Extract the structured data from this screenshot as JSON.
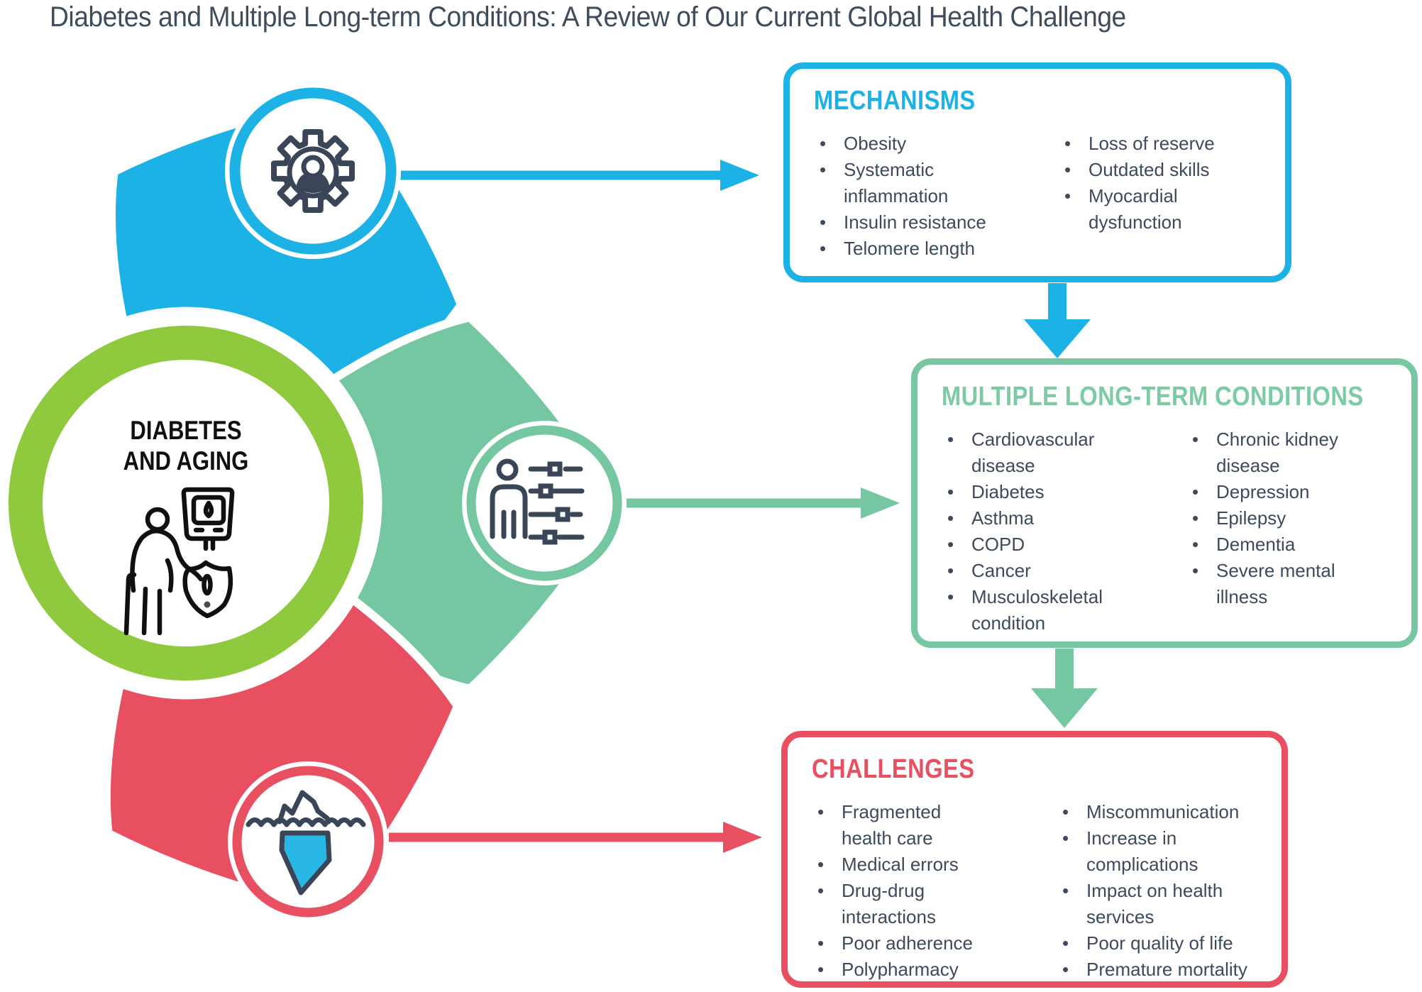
{
  "title": "Diabetes and Multiple Long-term Conditions: A Review of Our Current Global Health Challenge",
  "bullet_char": "•",
  "hub": {
    "label": "DIABETES\nAND AGING",
    "icon": "elderly-person-glucometer-shield-icon",
    "ring_color": "#8FC93E"
  },
  "colors": {
    "cyan": "#1CB2E5",
    "teal": "#74C7A1",
    "red": "#E85062",
    "lime": "#8FC93E",
    "navy_icon": "#3A4657",
    "body_text": "#3E4A5B",
    "title_text": "#3F4C5C"
  },
  "boxes": [
    {
      "id": "mechanisms",
      "title": "MECHANISMS",
      "accent": "#1CB2E5",
      "icon": "gear-person-icon",
      "items_col1": [
        "Obesity",
        "Systematic\ninflammation",
        "Insulin resistance",
        "Telomere length"
      ],
      "items_col2": [
        "Loss of reserve",
        "Outdated skills",
        "Myocardial\ndysfunction"
      ]
    },
    {
      "id": "mltc",
      "title": "MULTIPLE LONG-TERM CONDITIONS",
      "accent": "#77C8A2",
      "icon": "person-sliders-icon",
      "items_col1": [
        "Cardiovascular\ndisease",
        "Diabetes",
        "Asthma",
        "COPD",
        "Cancer",
        "Musculoskeletal\ncondition"
      ],
      "items_col2": [
        "Chronic kidney\ndisease",
        "Depression",
        "Epilepsy",
        "Dementia",
        "Severe mental\nillness"
      ]
    },
    {
      "id": "challenges",
      "title": "CHALLENGES",
      "accent": "#E85062",
      "icon": "iceberg-icon",
      "items_col1": [
        "Fragmented\nhealth care",
        "Medical errors",
        "Drug-drug\ninteractions",
        "Poor adherence",
        "Polypharmacy"
      ],
      "items_col2": [
        "Miscommunication",
        "Increase in\ncomplications",
        "Impact on health\nservices",
        "Poor quality of life",
        "Premature mortality"
      ]
    }
  ]
}
